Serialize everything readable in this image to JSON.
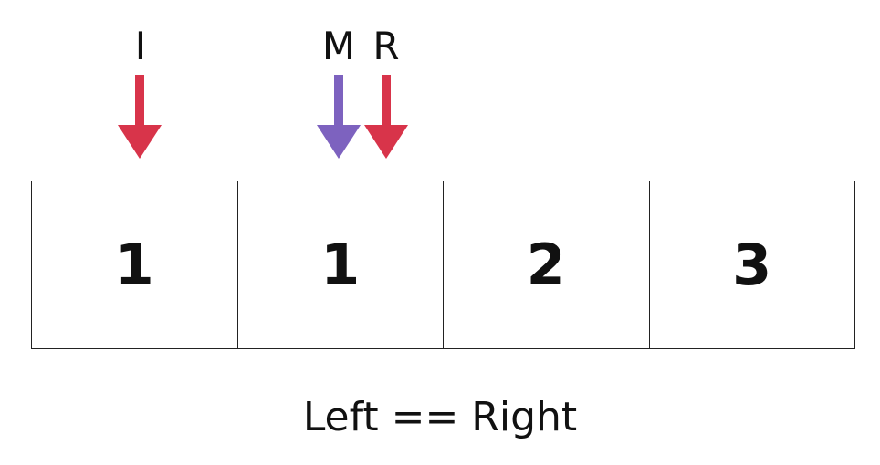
{
  "pointers": {
    "left": {
      "label": "I",
      "color": "#d8344a"
    },
    "mid": {
      "label": "M",
      "color": "#7d62bf"
    },
    "right": {
      "label": "R",
      "color": "#d8344a"
    }
  },
  "array": {
    "values": [
      "1",
      "1",
      "2",
      "3"
    ]
  },
  "caption": "Left == Right"
}
